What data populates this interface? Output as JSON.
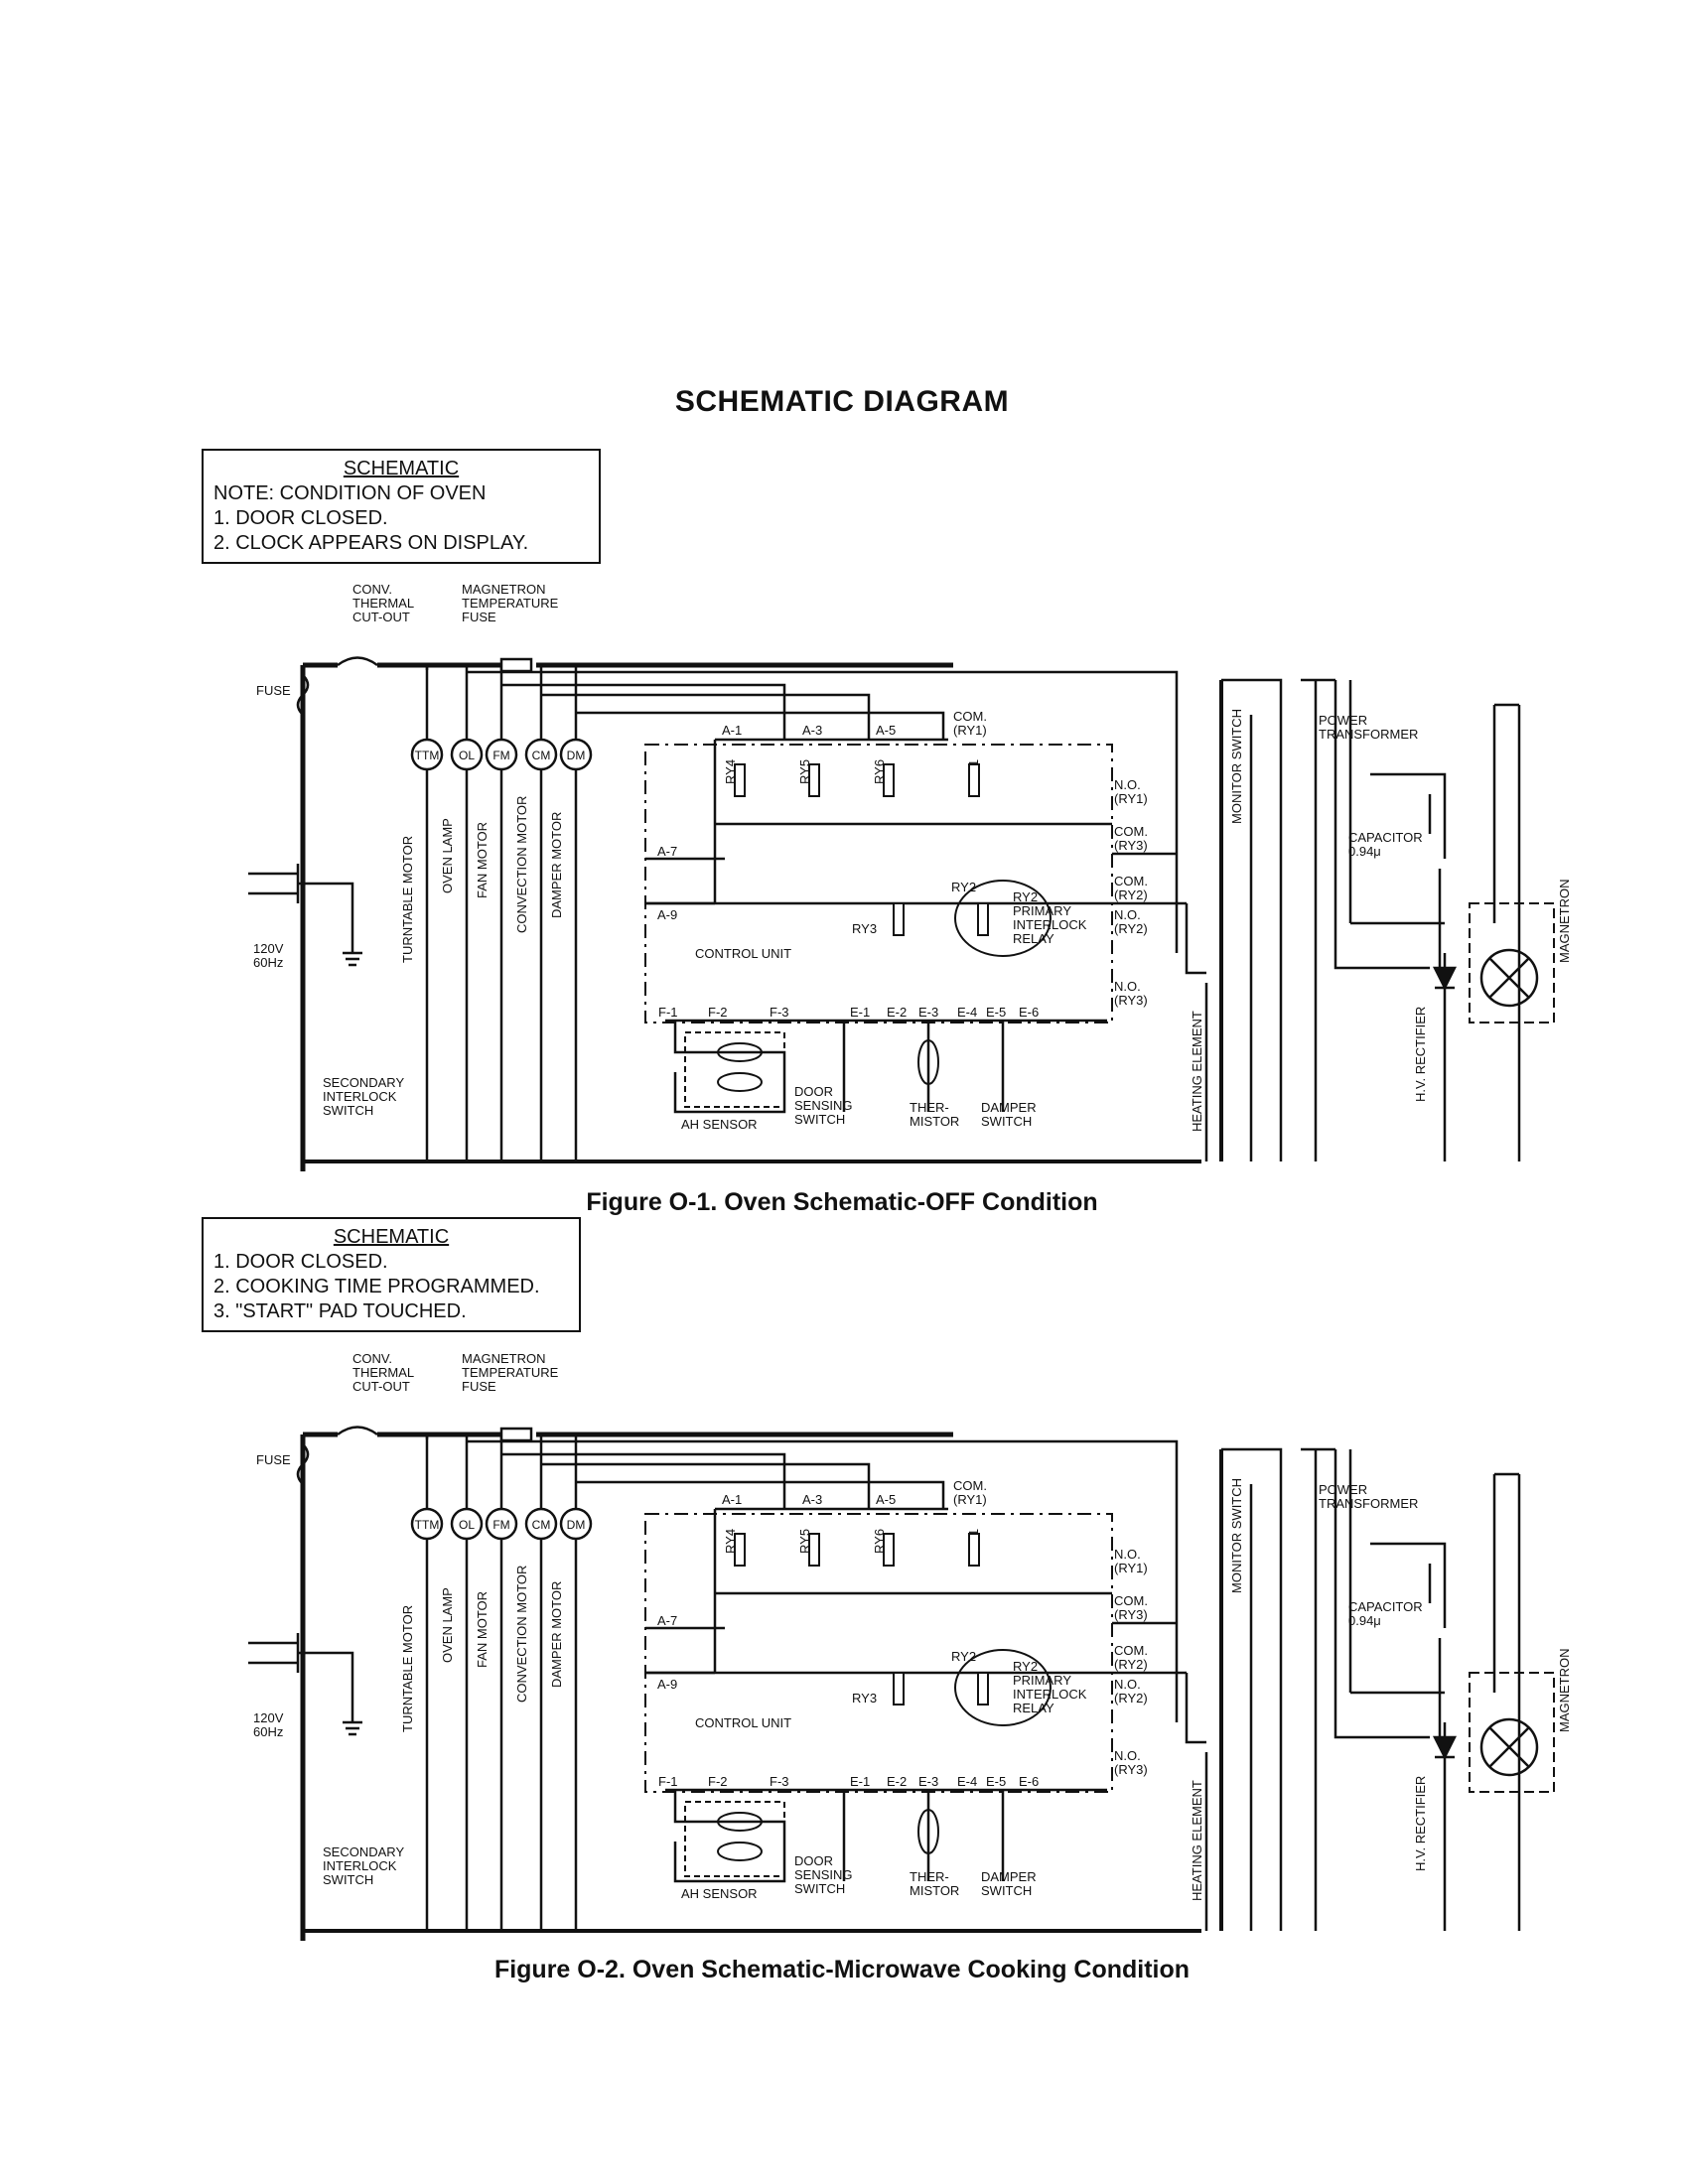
{
  "page": {
    "title": "SCHEMATIC DIAGRAM"
  },
  "figures": [
    {
      "note": {
        "heading": "SCHEMATIC",
        "lines": [
          "NOTE: CONDITION OF OVEN",
          "1.  DOOR CLOSED.",
          "2.  CLOCK APPEARS ON DISPLAY."
        ]
      },
      "caption": "Figure O-1. Oven Schematic-OFF Condition"
    },
    {
      "note": {
        "heading": "SCHEMATIC",
        "lines": [
          "1.  DOOR CLOSED.",
          "2.  COOKING TIME PROGRAMMED.",
          "3.  \"START\" PAD TOUCHED."
        ]
      },
      "caption": "Figure O-2. Oven Schematic-Microwave Cooking Condition"
    }
  ],
  "labels": {
    "conv_cutout": [
      "CONV.",
      "THERMAL",
      "CUT-OUT"
    ],
    "mag_fuse": [
      "MAGNETRON",
      "TEMPERATURE",
      "FUSE"
    ],
    "fuse": "FUSE",
    "supply": [
      "120V",
      "60Hz"
    ],
    "secondary_switch": [
      "SECONDARY",
      "INTERLOCK",
      "SWITCH"
    ],
    "motor_codes": [
      "TTM",
      "OL",
      "FM",
      "CM",
      "DM"
    ],
    "motor_names": [
      "TURNTABLE MOTOR",
      "OVEN LAMP",
      "FAN MOTOR",
      "CONVECTION MOTOR",
      "DAMPER MOTOR"
    ],
    "terminals": [
      "A-1",
      "A-3",
      "A-5",
      "A-7",
      "A-9"
    ],
    "relays": [
      "RY4",
      "RY5",
      "RY6",
      "RY1"
    ],
    "com_ry1": [
      "COM.",
      "(RY1)"
    ],
    "no_ry1": [
      "N.O.",
      "(RY1)"
    ],
    "com_ry3": [
      "COM.",
      "(RY3)"
    ],
    "com_ry2": [
      "COM.",
      "(RY2)"
    ],
    "no_ry2": [
      "N.O.",
      "(RY2)"
    ],
    "no_ry3": [
      "N.O.",
      "(RY3)"
    ],
    "control_unit": "CONTROL UNIT",
    "ry3": "RY3",
    "ry2": "RY2",
    "primary_relay": [
      "RY2",
      "PRIMARY",
      "INTERLOCK",
      "RELAY"
    ],
    "f_terminals": [
      "F-1",
      "F-2",
      "F-3"
    ],
    "e_terminals": [
      "E-1",
      "E-2",
      "E-3",
      "E-4",
      "E-5",
      "E-6"
    ],
    "ah_sensor": "AH SENSOR",
    "door_switch": [
      "DOOR",
      "SENSING",
      "SWITCH"
    ],
    "thermistor": [
      "THER-",
      "MISTOR"
    ],
    "damper_switch": [
      "DAMPER",
      "SWITCH"
    ],
    "monitor_switch": "MONITOR SWITCH",
    "heating_element": "HEATING ELEMENT",
    "power_transformer": [
      "POWER",
      "TRANSFORMER"
    ],
    "capacitor": [
      "CAPACITOR",
      "0.94μ"
    ],
    "hv_rectifier": "H.V. RECTIFIER",
    "magnetron": "MAGNETRON"
  }
}
